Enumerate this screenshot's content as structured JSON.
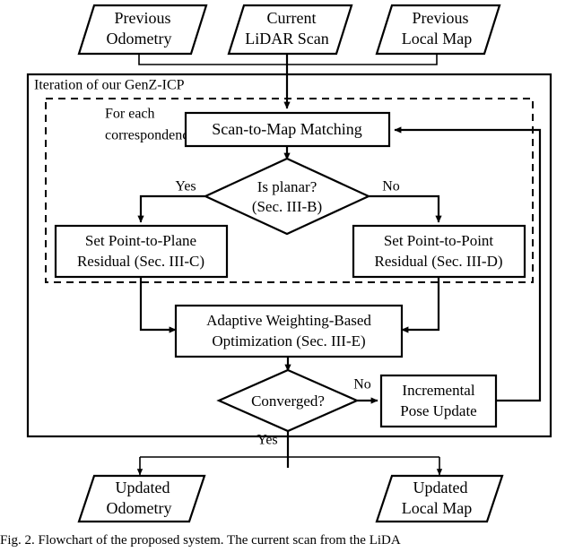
{
  "figure": {
    "caption": "Fig. 2.  Flowchart of the proposed system. The current scan from the LiDA"
  },
  "inputs": [
    {
      "id": "previous-odometry",
      "line1": "Previous",
      "line2": "Odometry"
    },
    {
      "id": "current-lidar-scan",
      "line1": "Current",
      "line2": "LiDAR Scan"
    },
    {
      "id": "previous-local-map",
      "line1": "Previous",
      "line2": "Local Map"
    }
  ],
  "outer_frame": {
    "label": "Iteration of our GenZ-ICP"
  },
  "dashed_frame": {
    "label_line1": "For each",
    "label_line2": "correspondence"
  },
  "process_nodes": {
    "scan_to_map": {
      "line1": "Scan-to-Map Matching"
    },
    "point_to_plane": {
      "line1": "Set Point-to-Plane",
      "line2": "Residual (Sec. III-C)"
    },
    "point_to_point": {
      "line1": "Set Point-to-Point",
      "line2": "Residual (Sec. III-D)"
    },
    "optimization": {
      "line1": "Adaptive Weighting-Based",
      "line2": "Optimization (Sec. III-E)"
    },
    "pose_update": {
      "line1": "Incremental",
      "line2": "Pose Update"
    }
  },
  "decision_nodes": {
    "is_planar": {
      "line1": "Is planar?",
      "line2": "(Sec. III-B)"
    },
    "converged": {
      "line1": "Converged?"
    }
  },
  "edge_labels": {
    "planar_yes": "Yes",
    "planar_no": "No",
    "converged_no": "No",
    "converged_yes": "Yes"
  },
  "outputs": [
    {
      "id": "updated-odometry",
      "line1": "Updated",
      "line2": "Odometry"
    },
    {
      "id": "updated-local-map",
      "line1": "Updated",
      "line2": "Local Map"
    }
  ],
  "colors": {
    "stroke": "#000000",
    "fill": "#ffffff",
    "background": "#ffffff"
  }
}
